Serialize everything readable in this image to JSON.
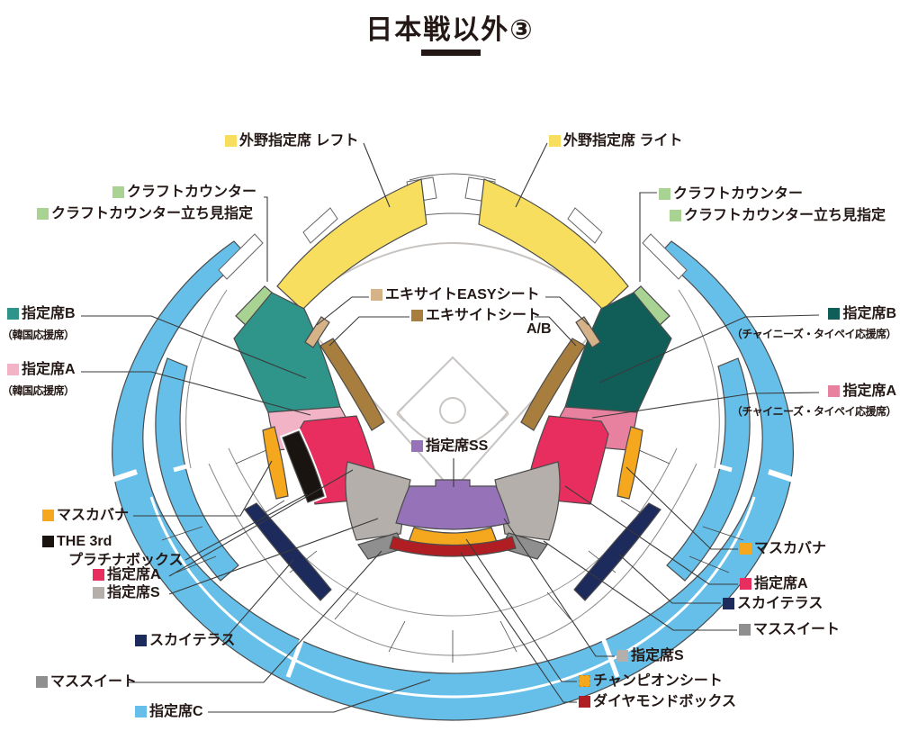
{
  "title": "日本戦以外③",
  "colors": {
    "yellow": "#F7DE5E",
    "green": "#A9D392",
    "teal": "#2F948A",
    "dark_teal": "#115E59",
    "light_pink": "#F3B3C7",
    "rose": "#E8819F",
    "crimson": "#E82D5F",
    "tan": "#D5B288",
    "brown": "#A87E3E",
    "purple": "#9673B9",
    "orange": "#F5A71D",
    "black": "#1A1410",
    "gray_s": "#B4AFAA",
    "gray_suite": "#8F8F8F",
    "navy": "#1C2A5C",
    "light_blue": "#66BFE8",
    "dark_red": "#B01E24",
    "leader_line": "#3a3a3a",
    "field_line": "#c8c4c2",
    "title_text": "#231815"
  },
  "legend": {
    "items": [
      {
        "id": "of-left",
        "label": "外野指定席 レフト",
        "color": "yellow"
      },
      {
        "id": "craft-left",
        "label": "クラフトカウンター",
        "color": "green"
      },
      {
        "id": "craft-stand-left",
        "label": "クラフトカウンター立ち見指定",
        "color": "green"
      },
      {
        "id": "b-korea",
        "label": "指定席B",
        "color": "teal"
      },
      {
        "id": "b-korea-sub",
        "label": "（韓国応援席）",
        "cls": "sub"
      },
      {
        "id": "a-korea",
        "label": "指定席A",
        "color": "light_pink"
      },
      {
        "id": "a-korea-sub",
        "label": "（韓国応援席）",
        "cls": "sub"
      },
      {
        "id": "excite-easy",
        "label": "エキサイトEASYシート",
        "color": "tan"
      },
      {
        "id": "excite-ab",
        "label": "エキサイトシート",
        "color": "brown"
      },
      {
        "id": "excite-ab2",
        "label": "A/B",
        "cls": "line2"
      },
      {
        "id": "ss",
        "label": "指定席SS",
        "color": "purple"
      },
      {
        "id": "cabana-left",
        "label": "マスカバナ",
        "color": "orange"
      },
      {
        "id": "third",
        "label": "THE 3rd",
        "color": "black"
      },
      {
        "id": "third2",
        "label": "プラチナボックス",
        "cls": "line2"
      },
      {
        "id": "a-left",
        "label": "指定席A",
        "color": "crimson"
      },
      {
        "id": "s-left",
        "label": "指定席S",
        "color": "gray_s"
      },
      {
        "id": "sky-left",
        "label": "スカイテラス",
        "color": "navy"
      },
      {
        "id": "suite-left",
        "label": "マススイート",
        "color": "gray_suite"
      },
      {
        "id": "c",
        "label": "指定席C",
        "color": "light_blue"
      },
      {
        "id": "of-right",
        "label": "外野指定席 ライト",
        "color": "yellow"
      },
      {
        "id": "craft-right",
        "label": "クラフトカウンター",
        "color": "green"
      },
      {
        "id": "craft-stand-right",
        "label": "クラフトカウンター立ち見指定",
        "color": "green"
      },
      {
        "id": "b-taipei",
        "label": "指定席B",
        "color": "dark_teal"
      },
      {
        "id": "b-taipei-sub",
        "label": "（チャイニーズ・タイペイ応援席）",
        "cls": "sub"
      },
      {
        "id": "a-taipei",
        "label": "指定席A",
        "color": "rose"
      },
      {
        "id": "a-taipei-sub",
        "label": "（チャイニーズ・タイペイ応援席）",
        "cls": "sub"
      },
      {
        "id": "cabana-right",
        "label": "マスカバナ",
        "color": "orange"
      },
      {
        "id": "a-right",
        "label": "指定席A",
        "color": "crimson"
      },
      {
        "id": "sky-right",
        "label": "スカイテラス",
        "color": "navy"
      },
      {
        "id": "suite-right",
        "label": "マススイート",
        "color": "gray_suite"
      },
      {
        "id": "s-right",
        "label": "指定席S",
        "color": "gray_s"
      },
      {
        "id": "champion",
        "label": "チャンピオンシート",
        "color": "orange",
        "style": "dashed"
      },
      {
        "id": "diamond",
        "label": "ダイヤモンドボックス",
        "color": "dark_red"
      }
    ]
  }
}
